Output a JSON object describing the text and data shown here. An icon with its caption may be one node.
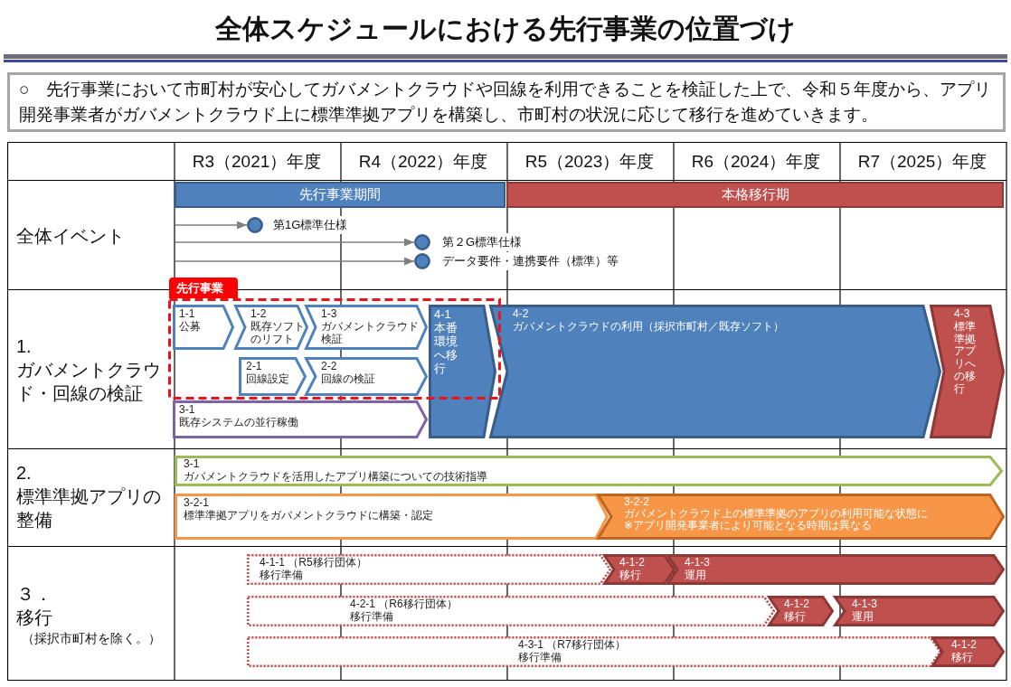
{
  "diagram": {
    "title": "全体スケジュールにおける先行事業の位置づけ",
    "nodes": [
      {
        "text": [
          "○　先行事業において市町村が安心してガバメントクラウドや回線を利用できることを検証した上で、令和５年度から、アプリ開発事業者がガバメントクラウド上に標準準拠アプリを構築し、市町村の状況に応じて移行を進めていきます。"
        ]
      },
      {
        "text": [
          "先行事業期間"
        ]
      },
      {
        "text": [
          "本格移行期"
        ]
      },
      {
        "text": [],
        "shape": "circle",
        "beside": [
          "第1G標準仕様"
        ]
      },
      {
        "text": [],
        "shape": "circle",
        "beside": [
          "第２G標準仕様"
        ]
      },
      {
        "text": [],
        "shape": "circle",
        "beside": [
          "データ要件・連携要件（標準）等"
        ]
      },
      {
        "text": [
          "先行事業"
        ]
      },
      {
        "text": [
          "1-1",
          "公募"
        ],
        "in": 6
      },
      {
        "text": [
          "1-2",
          "既存ソフトのリフト"
        ],
        "in": 6
      },
      {
        "text": [
          "1-3",
          "ガバメントクラウド検証"
        ],
        "in": 6
      },
      {
        "text": [
          "2-1",
          "回線設定"
        ],
        "in": 6
      },
      {
        "text": [
          "2-2",
          "回線の検証"
        ],
        "in": 6
      },
      {
        "text": [
          "3-1",
          "既存システムの並行稼働"
        ]
      },
      {
        "text": [
          "4-1",
          "本番環境へ移行"
        ]
      },
      {
        "text": [
          "4-2",
          "ガバメントクラウドの利用（採択市町村／既存ソフト）"
        ]
      },
      {
        "text": [
          "4-3",
          "標準準拠アプリへの移行"
        ]
      },
      {
        "text": [
          "3-1",
          "ガバメントクラウドを活用したアプリ構築についての技術指導"
        ]
      },
      {
        "text": [
          "3-2-1",
          "標準準拠アプリをガバメントクラウドに構築・認定"
        ]
      },
      {
        "text": [
          "3-2-2",
          "ガバメントクラウド上の標準準拠のアプリの利用可能な状態に",
          "※アプリ開発事業者により可能となる時期は異なる"
        ]
      },
      {
        "text": [
          "4-1-1 （R5移行団体）",
          "移行準備"
        ]
      },
      {
        "text": [
          "4-1-2",
          "移行"
        ]
      },
      {
        "text": [
          "4-1-3",
          "運用"
        ]
      },
      {
        "text": [
          "4-2-1 （R6移行団体）",
          "移行準備"
        ]
      },
      {
        "text": [
          "4-1-2",
          "移行"
        ]
      },
      {
        "text": [
          "4-1-3",
          "運用"
        ]
      },
      {
        "text": [
          "4-3-1 （R7移行団体）",
          "移行準備"
        ]
      },
      {
        "text": [
          "4-1-2",
          "移行"
        ]
      }
    ],
    "edges": [
      {
        "from": null,
        "to": 3,
        "arrow": "to"
      },
      {
        "from": null,
        "to": 4,
        "arrow": "to"
      },
      {
        "from": null,
        "to": 5,
        "arrow": "to"
      }
    ],
    "labels": [
      "R3（2021）年度",
      "R4（2022）年度",
      "R5（2023）年度",
      "R6（2024）年度",
      "R7（2025）年度",
      "全体イベント",
      "1.",
      "ガバメントクラウド・回線の検証",
      "2.",
      "標準準拠アプリの整備",
      "３．",
      "移行",
      "（採択市町村を除く。）"
    ]
  }
}
